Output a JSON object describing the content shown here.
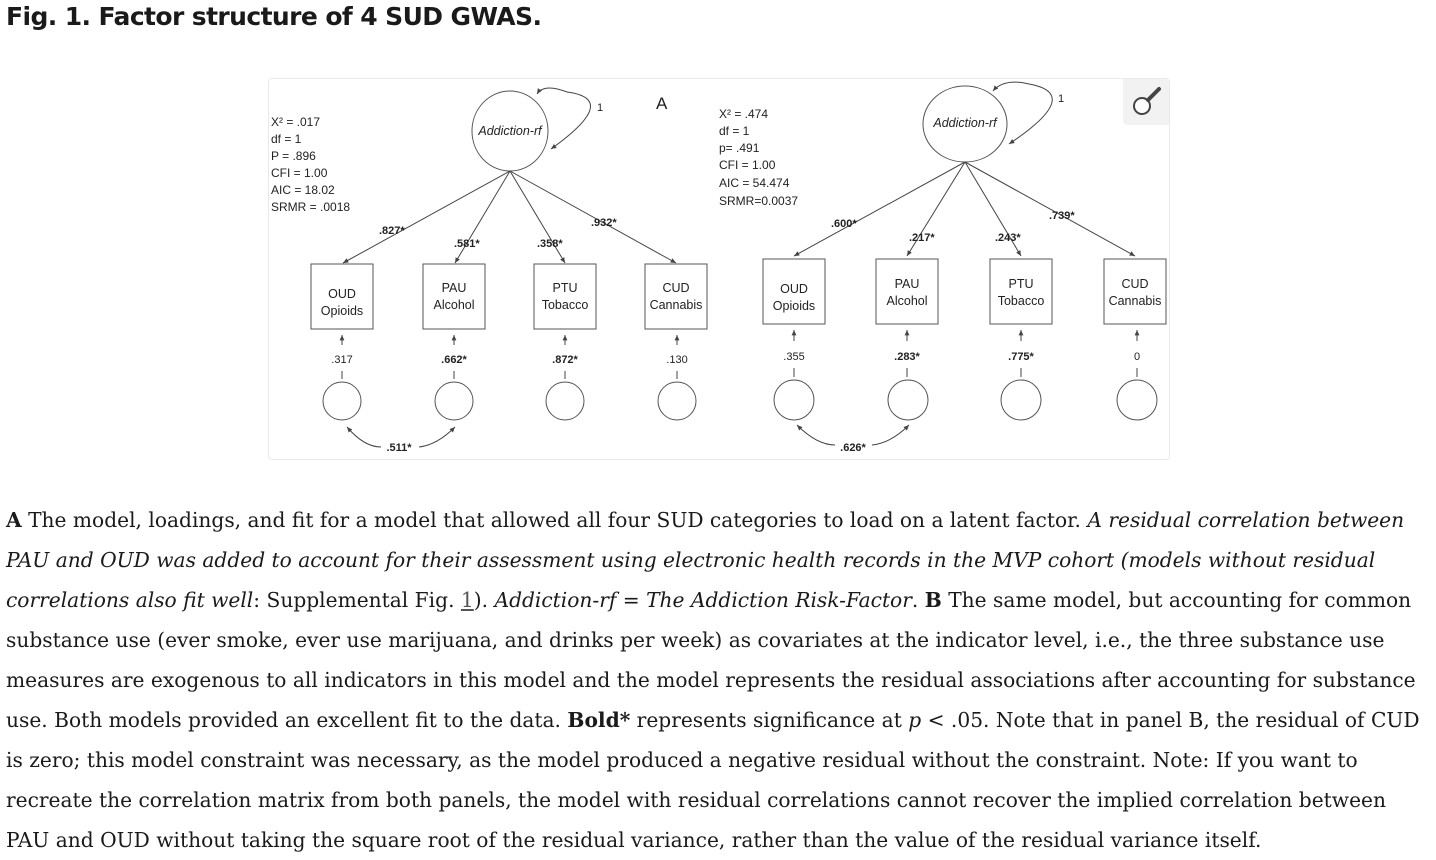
{
  "figure": {
    "title": "Fig. 1. Factor structure of 4 SUD GWAS."
  },
  "panel_a": {
    "label": "A",
    "latent": "Addiction-rf",
    "latent_variance": "1",
    "fit": [
      "X² = .017",
      "df = 1",
      "P = .896",
      "CFI = 1.00",
      "AIC = 18.02",
      "SRMR = .0018"
    ],
    "indicators": [
      {
        "code": "OUD",
        "name": "Opioids",
        "loading": ".827*",
        "residual": ".317"
      },
      {
        "code": "PAU",
        "name": "Alcohol",
        "loading": ".581*",
        "residual": ".662*"
      },
      {
        "code": "PTU",
        "name": "Tobacco",
        "loading": ".358*",
        "residual": ".872*"
      },
      {
        "code": "CUD",
        "name": "Cannabis",
        "loading": ".932*",
        "residual": ".130"
      }
    ],
    "residual_correlation": ".511*"
  },
  "panel_b": {
    "latent": "Addiction-rf",
    "latent_variance": "1",
    "fit": [
      "X² = .474",
      "df = 1",
      "p= .491",
      "CFI = 1.00",
      "AIC = 54.474",
      "SRMR=0.0037"
    ],
    "indicators": [
      {
        "code": "OUD",
        "name": "Opioids",
        "loading": ".600*",
        "residual": ".355"
      },
      {
        "code": "PAU",
        "name": "Alcohol",
        "loading": ".217*",
        "residual": ".283*"
      },
      {
        "code": "PTU",
        "name": "Tobacco",
        "loading": ".243*",
        "residual": ".775*"
      },
      {
        "code": "CUD",
        "name": "Cannabis",
        "loading": ".739*",
        "residual": "0"
      }
    ],
    "residual_correlation": ".626*"
  },
  "caption": {
    "a_label": "A",
    "a_text": " The model, loadings, and fit for a model that allowed all four SUD categories to load on a latent factor. ",
    "a_italic": "A residual correlation between PAU and OUD was added to account for their assessment using electronic health records in the MVP cohort (models without residual correlations also fit well",
    "suppl_prefix": ": Supplemental Fig. ",
    "suppl_link": "1",
    "suppl_suffix": "). ",
    "def_italic": "Addiction-rf",
    "def_eq": " = ",
    "def_italic2": "The Addiction Risk-Factor",
    "def_end": ". ",
    "b_label": "B",
    "b_text": " The same model, but accounting for common substance use (ever smoke, ever use marijuana, and drinks per week) as covariates at the indicator level, i.e., the three substance use measures are exogenous to all indicators in this model and the model represents the residual associations after accounting for substance use. Both models provided an excellent fit to the data. ",
    "bold_label": "Bold*",
    "sig_text": " represents significance at ",
    "p_italic": "p",
    "sig_rest": " < .05. Note that in panel B, the residual of CUD is zero; this model constraint was necessary, as the model produced a negative residual without the constraint. Note: If you want to recreate the correlation matrix from both panels, the model with residual correlations cannot recover the implied correlation between PAU and OUD without taking the square root of the residual variance, rather than the value of the residual variance itself."
  },
  "icons": {
    "zoom": "magnifier-icon"
  }
}
